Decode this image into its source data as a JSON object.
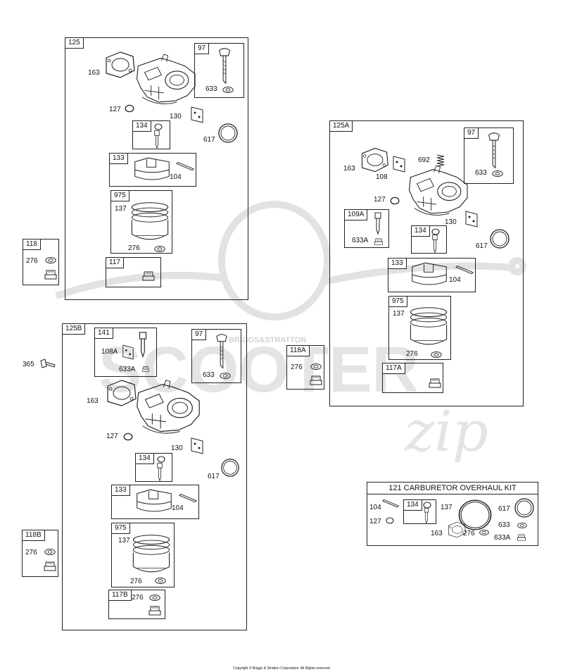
{
  "watermark": {
    "badge": "BRIGGS&STRATTON",
    "word": "SCOOTER",
    "script": "zip",
    "color": "#d9d9d9"
  },
  "copyright": "Copyright © Briggs & Stratton Corporation. All Rights reserved",
  "groups": {
    "g125": {
      "tag": "125",
      "labels": {
        "l163": "163",
        "l127": "127",
        "l130": "130",
        "l617": "617"
      },
      "sub97": {
        "tag": "97",
        "l633": "633"
      },
      "sub134": {
        "tag": "134"
      },
      "sub133": {
        "tag": "133",
        "l104": "104"
      },
      "sub975": {
        "tag": "975",
        "l137": "137",
        "l276": "276"
      },
      "sub117": {
        "tag": "117"
      }
    },
    "g118": {
      "tag": "118",
      "l276": "276"
    },
    "g125a": {
      "tag": "125A",
      "labels": {
        "l163": "163",
        "l108": "108",
        "l692": "692",
        "l127": "127",
        "l130": "130",
        "l617": "617"
      },
      "sub97": {
        "tag": "97",
        "l633": "633"
      },
      "sub109a": {
        "tag": "109A",
        "l633a": "633A"
      },
      "sub134": {
        "tag": "134"
      },
      "sub133": {
        "tag": "133",
        "l104": "104"
      },
      "sub975": {
        "tag": "975",
        "l137": "137",
        "l276": "276"
      },
      "sub117a": {
        "tag": "117A"
      }
    },
    "g118a": {
      "tag": "118A",
      "l276": "276"
    },
    "l365": "365",
    "g125b": {
      "tag": "125B",
      "labels": {
        "l163": "163",
        "l127": "127",
        "l130": "130",
        "l617": "617"
      },
      "sub141": {
        "tag": "141",
        "l108a": "108A",
        "l633a": "633A"
      },
      "sub97": {
        "tag": "97",
        "l633": "633"
      },
      "sub134": {
        "tag": "134"
      },
      "sub133": {
        "tag": "133",
        "l104": "104"
      },
      "sub975": {
        "tag": "975",
        "l137": "137",
        "l276": "276"
      },
      "sub117b": {
        "tag": "117B",
        "l276": "276"
      }
    },
    "g118b": {
      "tag": "118B",
      "l276": "276"
    },
    "kit": {
      "title": "121 CARBURETOR OVERHAUL KIT",
      "l104": "104",
      "l127": "127",
      "sub134": "134",
      "l137": "137",
      "l617": "617",
      "l163": "163",
      "l276": "276",
      "l633": "633",
      "l633a": "633A"
    }
  }
}
